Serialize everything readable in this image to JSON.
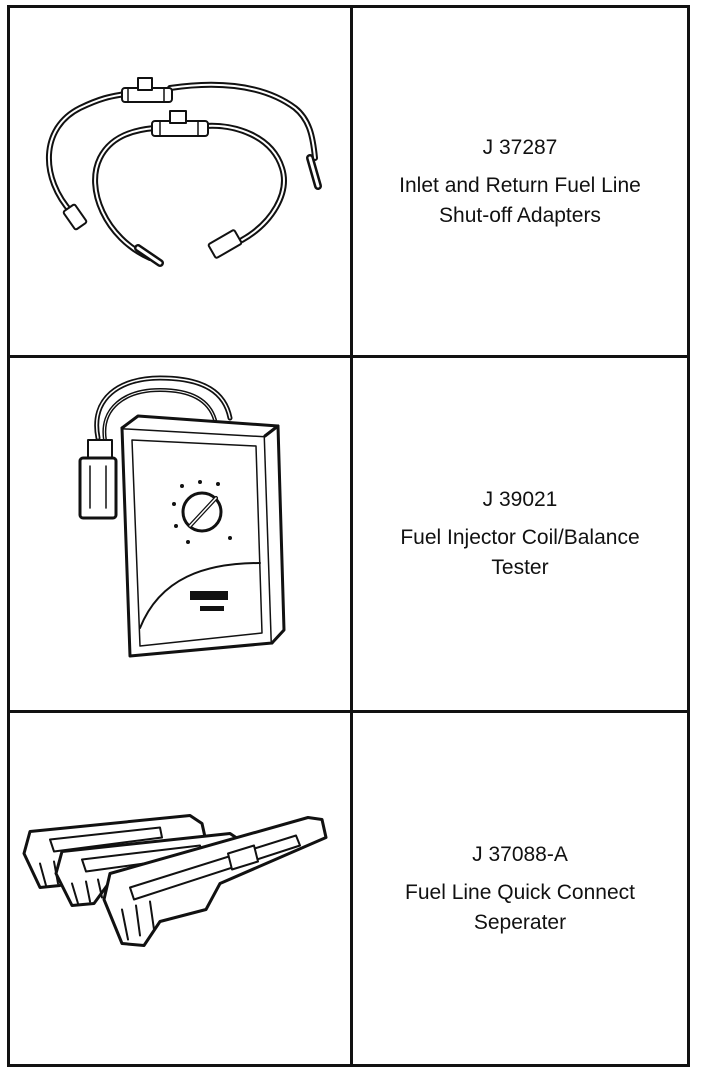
{
  "tools": [
    {
      "part_number": "J 37287",
      "description_lines": [
        "Inlet and Return Fuel Line",
        "Shut-off Adapters"
      ],
      "illustration": "fuel-line-shutoff-adapters-illustration"
    },
    {
      "part_number": "J 39021",
      "description_lines": [
        "Fuel Injector Coil/Balance",
        "Tester"
      ],
      "illustration": "injector-tester-illustration"
    },
    {
      "part_number": "J 37088-A",
      "description_lines": [
        "Fuel Line Quick Connect",
        "Seperater"
      ],
      "illustration": "quick-connect-separator-illustration"
    }
  ]
}
